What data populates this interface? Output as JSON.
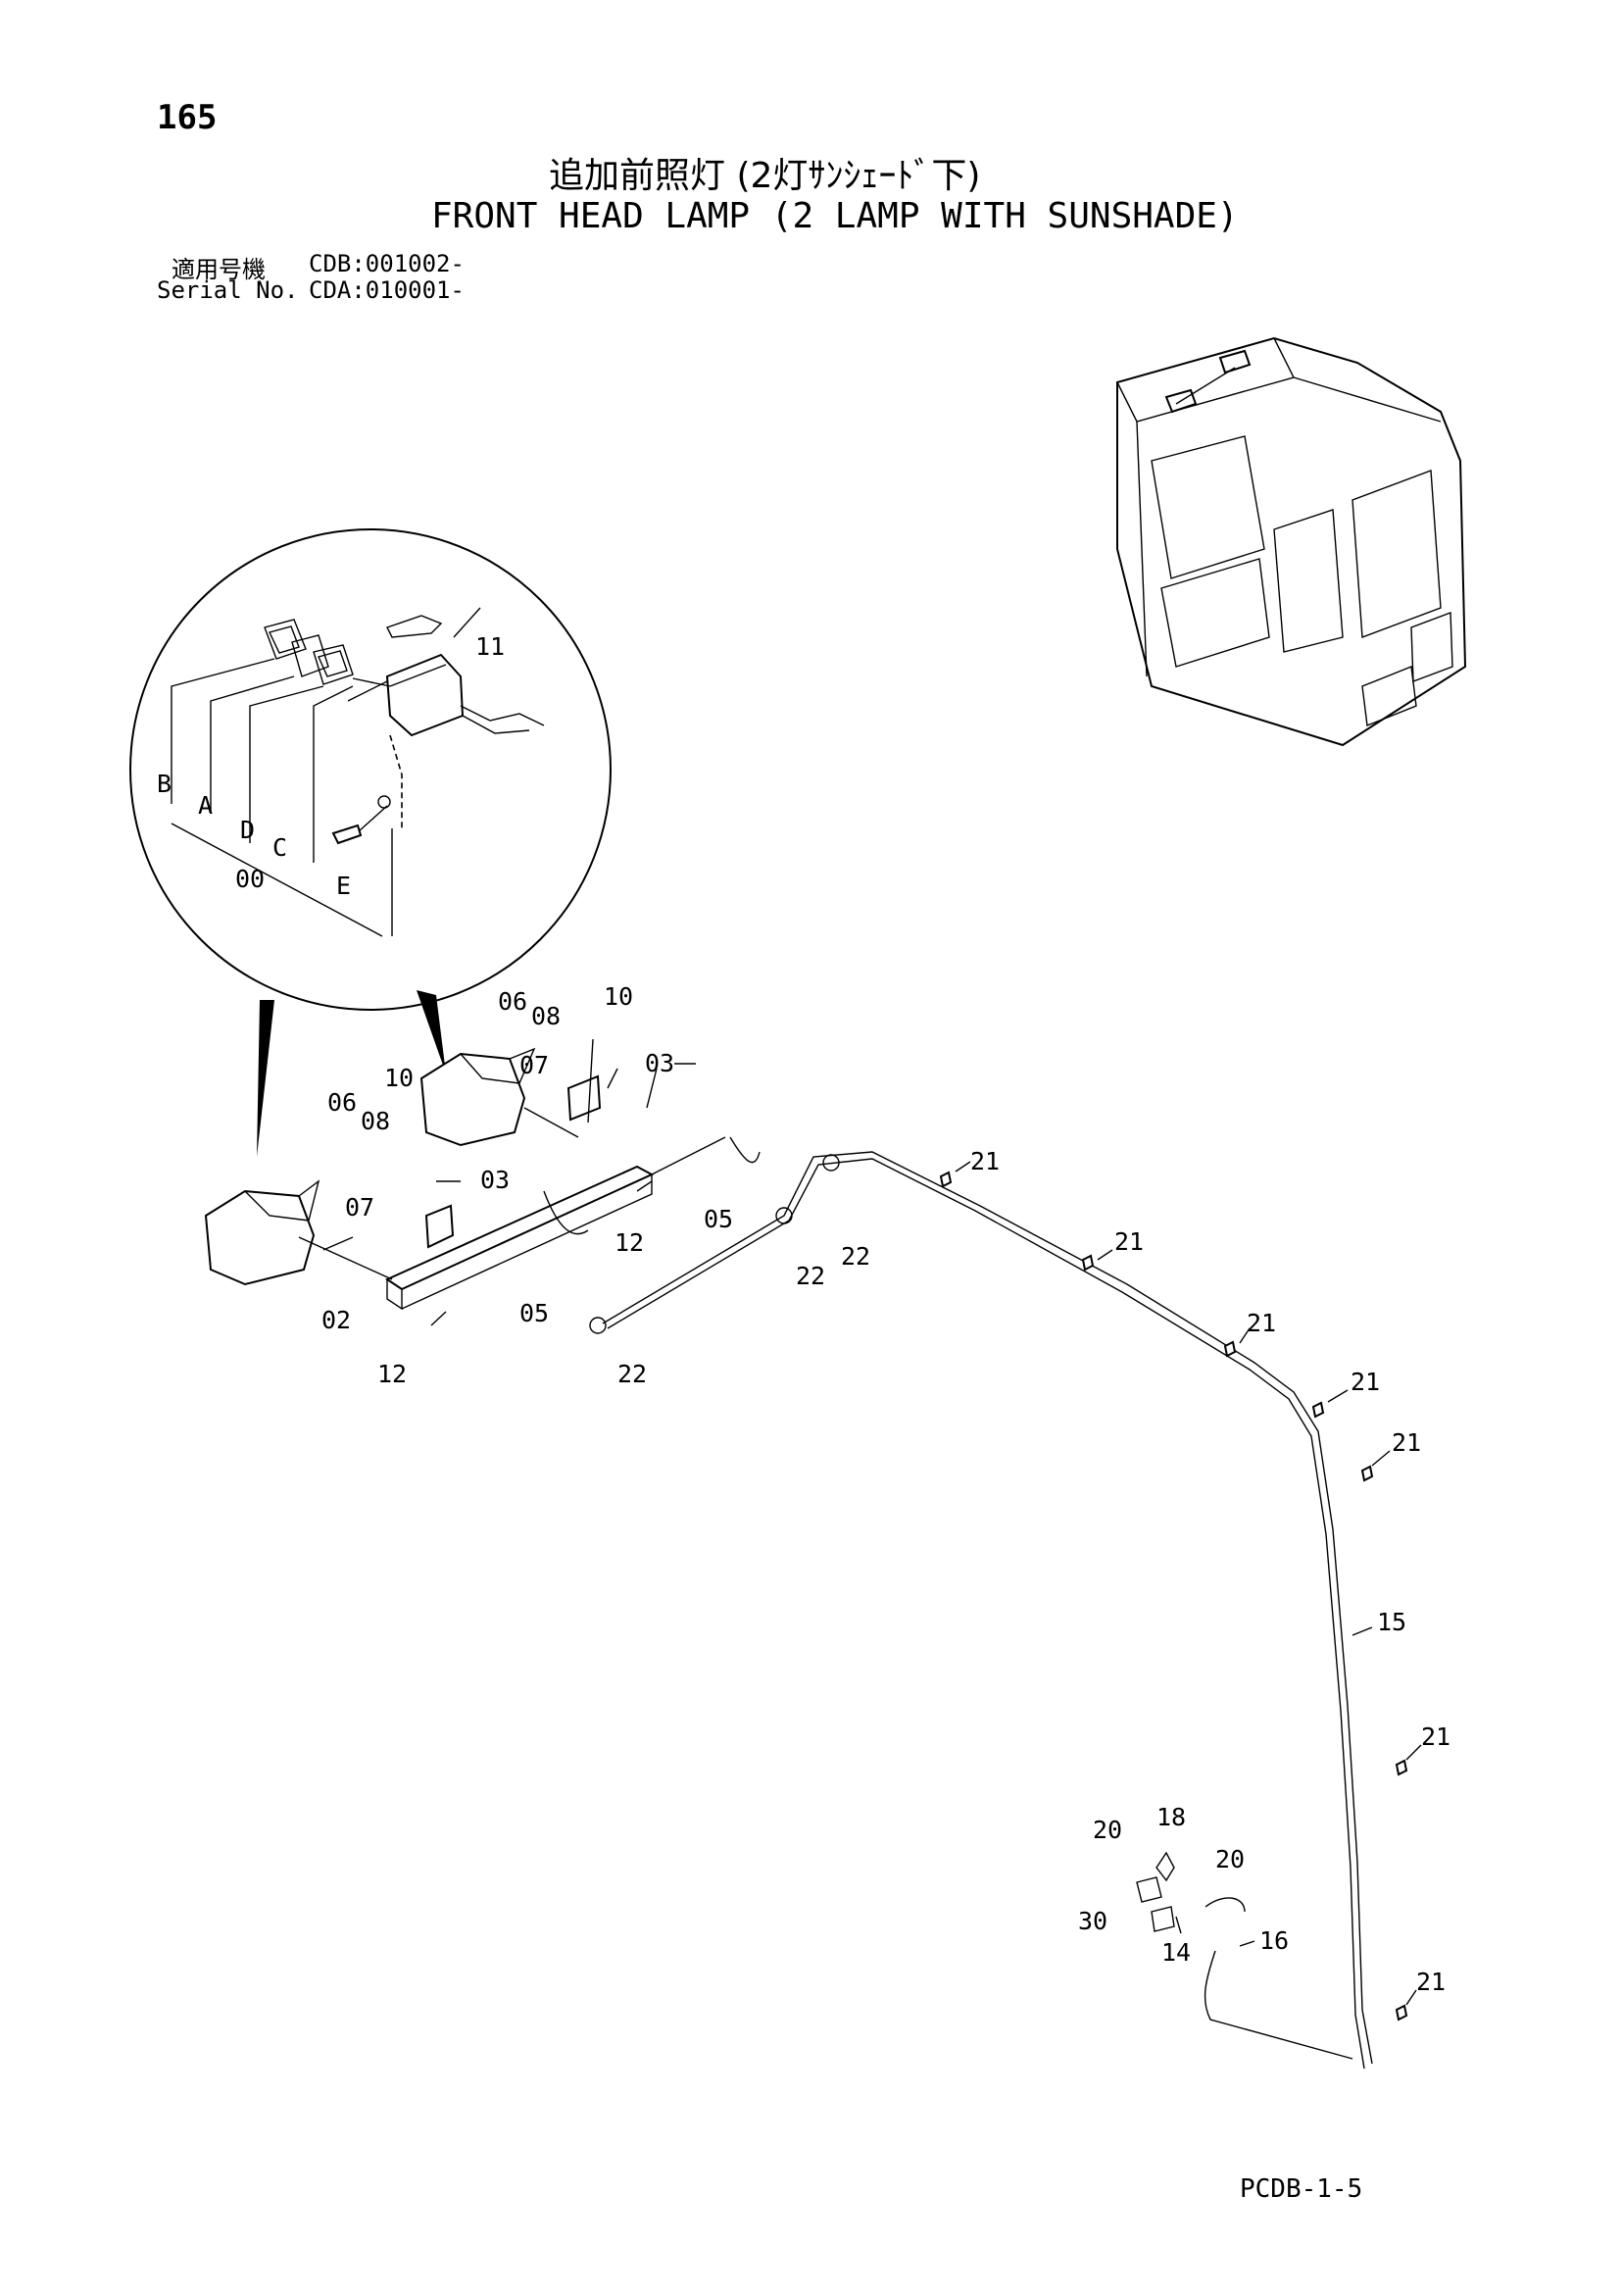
{
  "page": {
    "number": "165",
    "catalog_code": "PCDB-1-5"
  },
  "title": {
    "japanese": "追加前照灯 (2灯ｻﾝｼｪｰﾄﾞ下)",
    "english": "FRONT HEAD LAMP (2 LAMP WITH SUNSHADE)"
  },
  "applicability": {
    "japanese_label": "適用号機",
    "japanese_value": "CDB:001002-",
    "english_label": "Serial No.",
    "english_value": "CDA:010001-"
  },
  "detail_callouts": {
    "b": "B",
    "a": "A",
    "d": "D",
    "c": "C",
    "e": "E",
    "zero": "00",
    "eleven": "11"
  },
  "part_callouts": {
    "c02": "02",
    "c03": "03",
    "c05": "05",
    "c06": "06",
    "c07": "07",
    "c08": "08",
    "c10": "10",
    "c11": "11",
    "c12": "12",
    "c14": "14",
    "c15": "15",
    "c16": "16",
    "c18": "18",
    "c20": "20",
    "c21": "21",
    "c22": "22",
    "c30": "30"
  }
}
